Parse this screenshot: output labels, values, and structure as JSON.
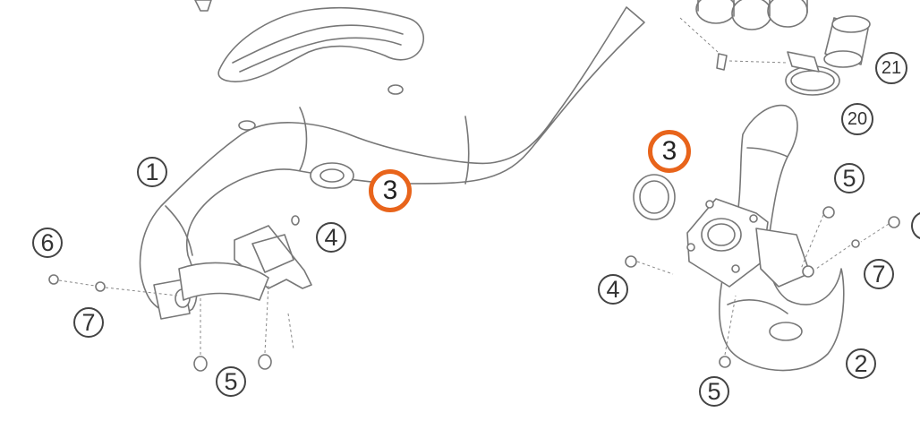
{
  "highlight_color": "#e8641b",
  "callouts": {
    "c1": "1",
    "c3_left": "3",
    "c4_left": "4",
    "c6": "6",
    "c7_left": "7",
    "c5_left": "5",
    "c3_right": "3",
    "c5_right_top": "5",
    "c7_right": "7",
    "c4_right": "4",
    "c2": "2",
    "c5_right_bottom": "5",
    "c20": "20",
    "c21": "21"
  }
}
